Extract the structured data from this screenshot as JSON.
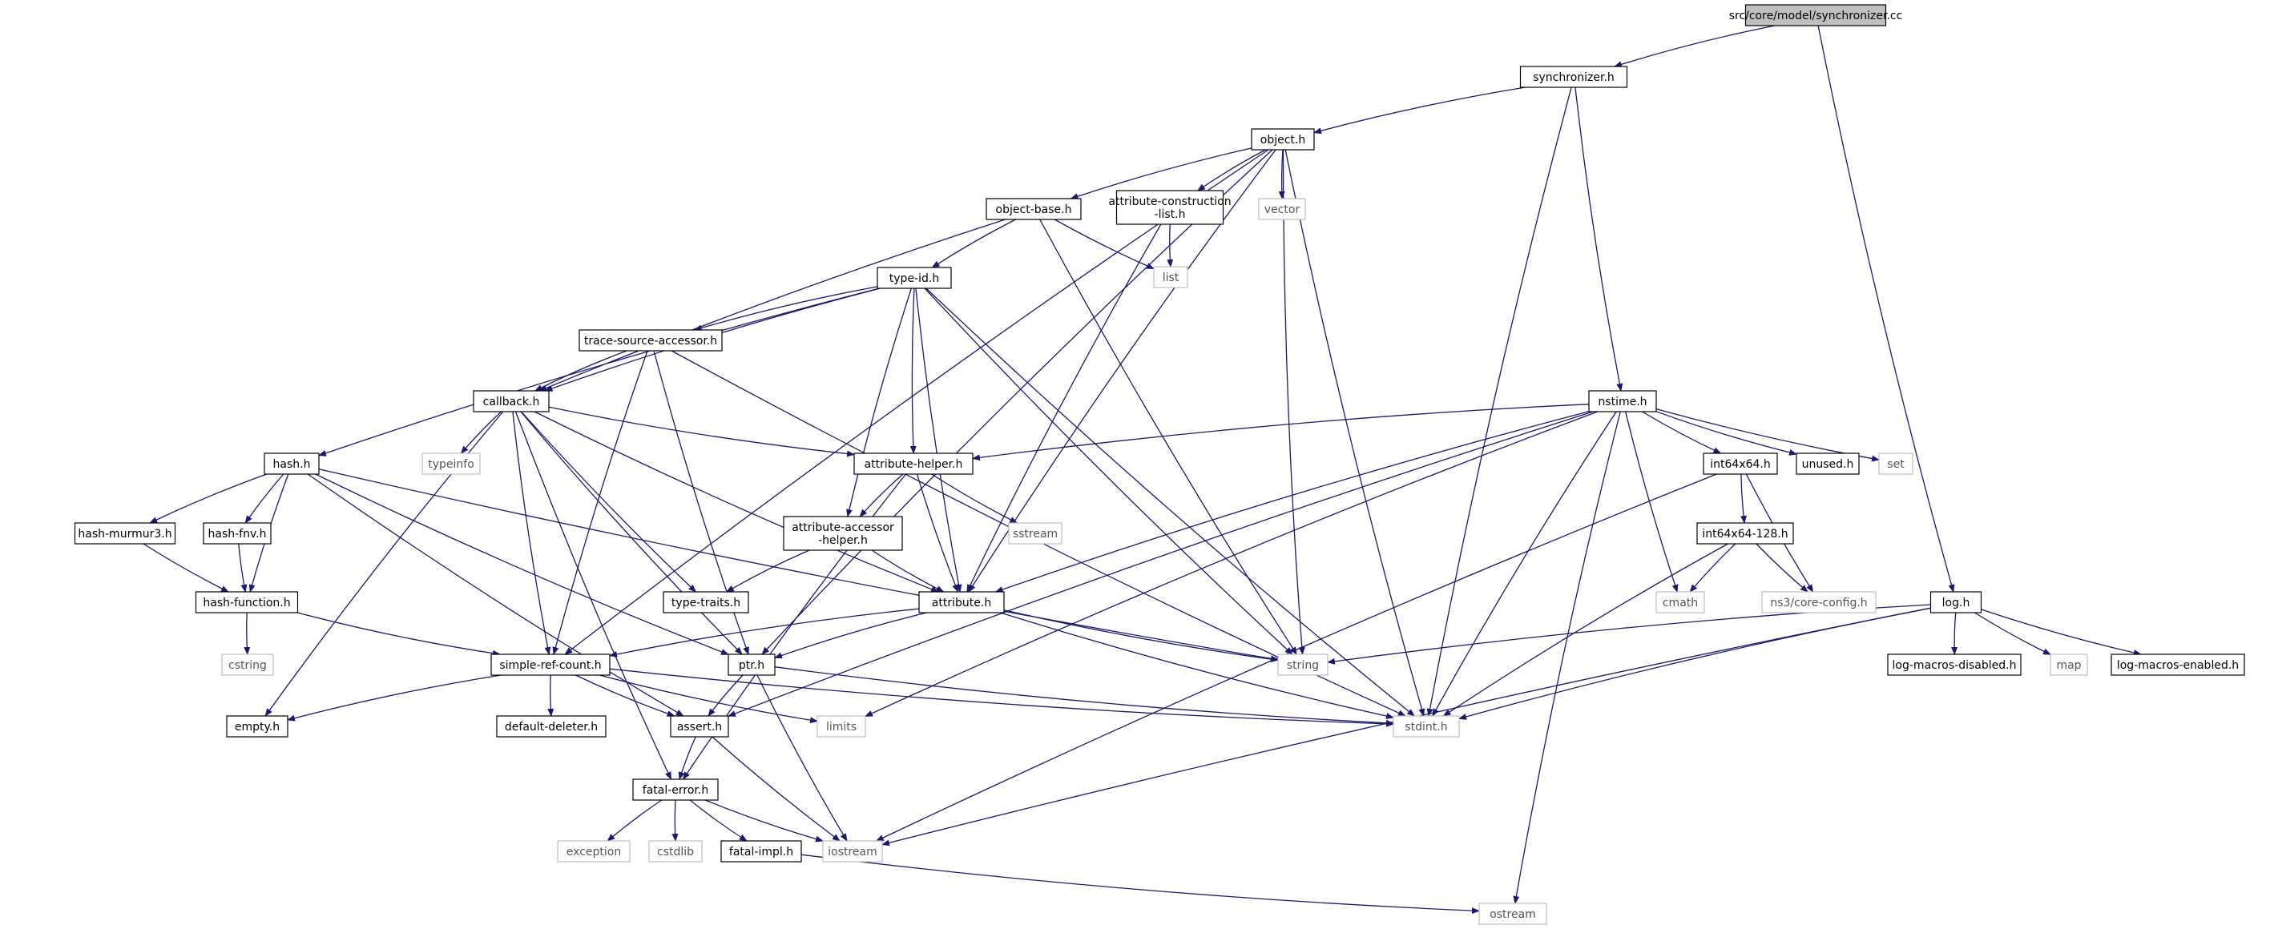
{
  "style": {
    "edge_color": "#191970",
    "root_fill": "#bfbfbf",
    "system_border": "#bfbfbf",
    "node_border": "#000000"
  },
  "nodes": [
    {
      "id": "root",
      "lines": [
        "src/core/model/synchronizer.cc"
      ],
      "kind": "root"
    },
    {
      "id": "sync",
      "lines": [
        "synchronizer.h"
      ],
      "kind": "header"
    },
    {
      "id": "object",
      "lines": [
        "object.h"
      ],
      "kind": "header"
    },
    {
      "id": "log",
      "lines": [
        "log.h"
      ],
      "kind": "header"
    },
    {
      "id": "nstime",
      "lines": [
        "nstime.h"
      ],
      "kind": "header"
    },
    {
      "id": "objbase",
      "lines": [
        "object-base.h"
      ],
      "kind": "header"
    },
    {
      "id": "attrcons",
      "lines": [
        "attribute-construction",
        "-list.h"
      ],
      "kind": "header"
    },
    {
      "id": "vector",
      "lines": [
        "vector"
      ],
      "kind": "system"
    },
    {
      "id": "list",
      "lines": [
        "list"
      ],
      "kind": "system"
    },
    {
      "id": "typeid",
      "lines": [
        "type-id.h"
      ],
      "kind": "header"
    },
    {
      "id": "tsa",
      "lines": [
        "trace-source-accessor.h"
      ],
      "kind": "header"
    },
    {
      "id": "callback",
      "lines": [
        "callback.h"
      ],
      "kind": "header"
    },
    {
      "id": "typeinfo",
      "lines": [
        "typeinfo"
      ],
      "kind": "system"
    },
    {
      "id": "hash",
      "lines": [
        "hash.h"
      ],
      "kind": "header"
    },
    {
      "id": "attrhelper",
      "lines": [
        "attribute-helper.h"
      ],
      "kind": "header"
    },
    {
      "id": "sstream",
      "lines": [
        "sstream"
      ],
      "kind": "system"
    },
    {
      "id": "attracc",
      "lines": [
        "attribute-accessor",
        "-helper.h"
      ],
      "kind": "header"
    },
    {
      "id": "murmur",
      "lines": [
        "hash-murmur3.h"
      ],
      "kind": "header"
    },
    {
      "id": "fnv",
      "lines": [
        "hash-fnv.h"
      ],
      "kind": "header"
    },
    {
      "id": "hashfn",
      "lines": [
        "hash-function.h"
      ],
      "kind": "header"
    },
    {
      "id": "typetraits",
      "lines": [
        "type-traits.h"
      ],
      "kind": "header"
    },
    {
      "id": "attribute",
      "lines": [
        "attribute.h"
      ],
      "kind": "header"
    },
    {
      "id": "cstring",
      "lines": [
        "cstring"
      ],
      "kind": "system"
    },
    {
      "id": "src",
      "lines": [
        "simple-ref-count.h"
      ],
      "kind": "header"
    },
    {
      "id": "ptr",
      "lines": [
        "ptr.h"
      ],
      "kind": "header"
    },
    {
      "id": "string",
      "lines": [
        "string"
      ],
      "kind": "system"
    },
    {
      "id": "empty",
      "lines": [
        "empty.h"
      ],
      "kind": "header"
    },
    {
      "id": "defdel",
      "lines": [
        "default-deleter.h"
      ],
      "kind": "header"
    },
    {
      "id": "assert",
      "lines": [
        "assert.h"
      ],
      "kind": "header"
    },
    {
      "id": "limits",
      "lines": [
        "limits"
      ],
      "kind": "system"
    },
    {
      "id": "stdint",
      "lines": [
        "stdint.h"
      ],
      "kind": "system"
    },
    {
      "id": "fatal",
      "lines": [
        "fatal-error.h"
      ],
      "kind": "header"
    },
    {
      "id": "exception",
      "lines": [
        "exception"
      ],
      "kind": "system"
    },
    {
      "id": "cstdlib",
      "lines": [
        "cstdlib"
      ],
      "kind": "system"
    },
    {
      "id": "fatalimpl",
      "lines": [
        "fatal-impl.h"
      ],
      "kind": "header"
    },
    {
      "id": "iostream",
      "lines": [
        "iostream"
      ],
      "kind": "system"
    },
    {
      "id": "ostream",
      "lines": [
        "ostream"
      ],
      "kind": "system"
    },
    {
      "id": "int64",
      "lines": [
        "int64x64.h"
      ],
      "kind": "header"
    },
    {
      "id": "unused",
      "lines": [
        "unused.h"
      ],
      "kind": "header"
    },
    {
      "id": "set",
      "lines": [
        "set"
      ],
      "kind": "system"
    },
    {
      "id": "int128",
      "lines": [
        "int64x64-128.h"
      ],
      "kind": "header"
    },
    {
      "id": "cmath",
      "lines": [
        "cmath"
      ],
      "kind": "system"
    },
    {
      "id": "coreconfig",
      "lines": [
        "ns3/core-config.h"
      ],
      "kind": "system"
    },
    {
      "id": "logdis",
      "lines": [
        "log-macros-disabled.h"
      ],
      "kind": "header"
    },
    {
      "id": "map",
      "lines": [
        "map"
      ],
      "kind": "system"
    },
    {
      "id": "logen",
      "lines": [
        "log-macros-enabled.h"
      ],
      "kind": "header"
    }
  ],
  "edges": [
    [
      "root",
      "sync"
    ],
    [
      "root",
      "log"
    ],
    [
      "sync",
      "object"
    ],
    [
      "sync",
      "nstime"
    ],
    [
      "sync",
      "stdint"
    ],
    [
      "object",
      "objbase"
    ],
    [
      "object",
      "attrcons"
    ],
    [
      "object",
      "vector"
    ],
    [
      "object",
      "src"
    ],
    [
      "object",
      "ptr"
    ],
    [
      "object",
      "attribute"
    ],
    [
      "object",
      "string"
    ],
    [
      "object",
      "stdint"
    ],
    [
      "objbase",
      "typeid"
    ],
    [
      "objbase",
      "callback"
    ],
    [
      "objbase",
      "list"
    ],
    [
      "objbase",
      "string"
    ],
    [
      "attrcons",
      "list"
    ],
    [
      "attrcons",
      "attribute"
    ],
    [
      "typeid",
      "tsa"
    ],
    [
      "typeid",
      "callback"
    ],
    [
      "typeid",
      "hash"
    ],
    [
      "typeid",
      "attrhelper"
    ],
    [
      "typeid",
      "attracc"
    ],
    [
      "typeid",
      "attribute"
    ],
    [
      "typeid",
      "string"
    ],
    [
      "typeid",
      "stdint"
    ],
    [
      "tsa",
      "callback"
    ],
    [
      "tsa",
      "src"
    ],
    [
      "tsa",
      "ptr"
    ],
    [
      "tsa",
      "stdint"
    ],
    [
      "callback",
      "typeinfo"
    ],
    [
      "callback",
      "attrhelper"
    ],
    [
      "callback",
      "typetraits"
    ],
    [
      "callback",
      "attribute"
    ],
    [
      "callback",
      "src"
    ],
    [
      "callback",
      "ptr"
    ],
    [
      "callback",
      "empty"
    ],
    [
      "callback",
      "fatal"
    ],
    [
      "hash",
      "murmur"
    ],
    [
      "hash",
      "fnv"
    ],
    [
      "hash",
      "hashfn"
    ],
    [
      "hash",
      "string"
    ],
    [
      "hash",
      "assert"
    ],
    [
      "hash",
      "ptr"
    ],
    [
      "murmur",
      "hashfn"
    ],
    [
      "fnv",
      "hashfn"
    ],
    [
      "hashfn",
      "cstring"
    ],
    [
      "hashfn",
      "src"
    ],
    [
      "attrhelper",
      "sstream"
    ],
    [
      "attrhelper",
      "attracc"
    ],
    [
      "attrhelper",
      "attribute"
    ],
    [
      "attrhelper",
      "fatal"
    ],
    [
      "attracc",
      "typetraits"
    ],
    [
      "attracc",
      "attribute"
    ],
    [
      "attribute",
      "src"
    ],
    [
      "attribute",
      "ptr"
    ],
    [
      "attribute",
      "string"
    ],
    [
      "attribute",
      "stdint"
    ],
    [
      "src",
      "empty"
    ],
    [
      "src",
      "defdel"
    ],
    [
      "src",
      "assert"
    ],
    [
      "src",
      "stdint"
    ],
    [
      "src",
      "limits"
    ],
    [
      "ptr",
      "assert"
    ],
    [
      "ptr",
      "iostream"
    ],
    [
      "ptr",
      "stdint"
    ],
    [
      "assert",
      "fatal"
    ],
    [
      "assert",
      "iostream"
    ],
    [
      "fatal",
      "exception"
    ],
    [
      "fatal",
      "cstdlib"
    ],
    [
      "fatal",
      "fatalimpl"
    ],
    [
      "fatal",
      "iostream"
    ],
    [
      "fatalimpl",
      "ostream"
    ],
    [
      "nstime",
      "attrhelper"
    ],
    [
      "nstime",
      "attribute"
    ],
    [
      "nstime",
      "int64"
    ],
    [
      "nstime",
      "unused"
    ],
    [
      "nstime",
      "set"
    ],
    [
      "nstime",
      "cmath"
    ],
    [
      "nstime",
      "stdint"
    ],
    [
      "nstime",
      "assert"
    ],
    [
      "nstime",
      "limits"
    ],
    [
      "nstime",
      "ostream"
    ],
    [
      "int64",
      "int128"
    ],
    [
      "int64",
      "coreconfig"
    ],
    [
      "int64",
      "iostream"
    ],
    [
      "int128",
      "cmath"
    ],
    [
      "int128",
      "coreconfig"
    ],
    [
      "int128",
      "stdint"
    ],
    [
      "log",
      "logdis"
    ],
    [
      "log",
      "map"
    ],
    [
      "log",
      "logen"
    ],
    [
      "log",
      "string"
    ],
    [
      "log",
      "stdint"
    ],
    [
      "log",
      "iostream"
    ]
  ]
}
